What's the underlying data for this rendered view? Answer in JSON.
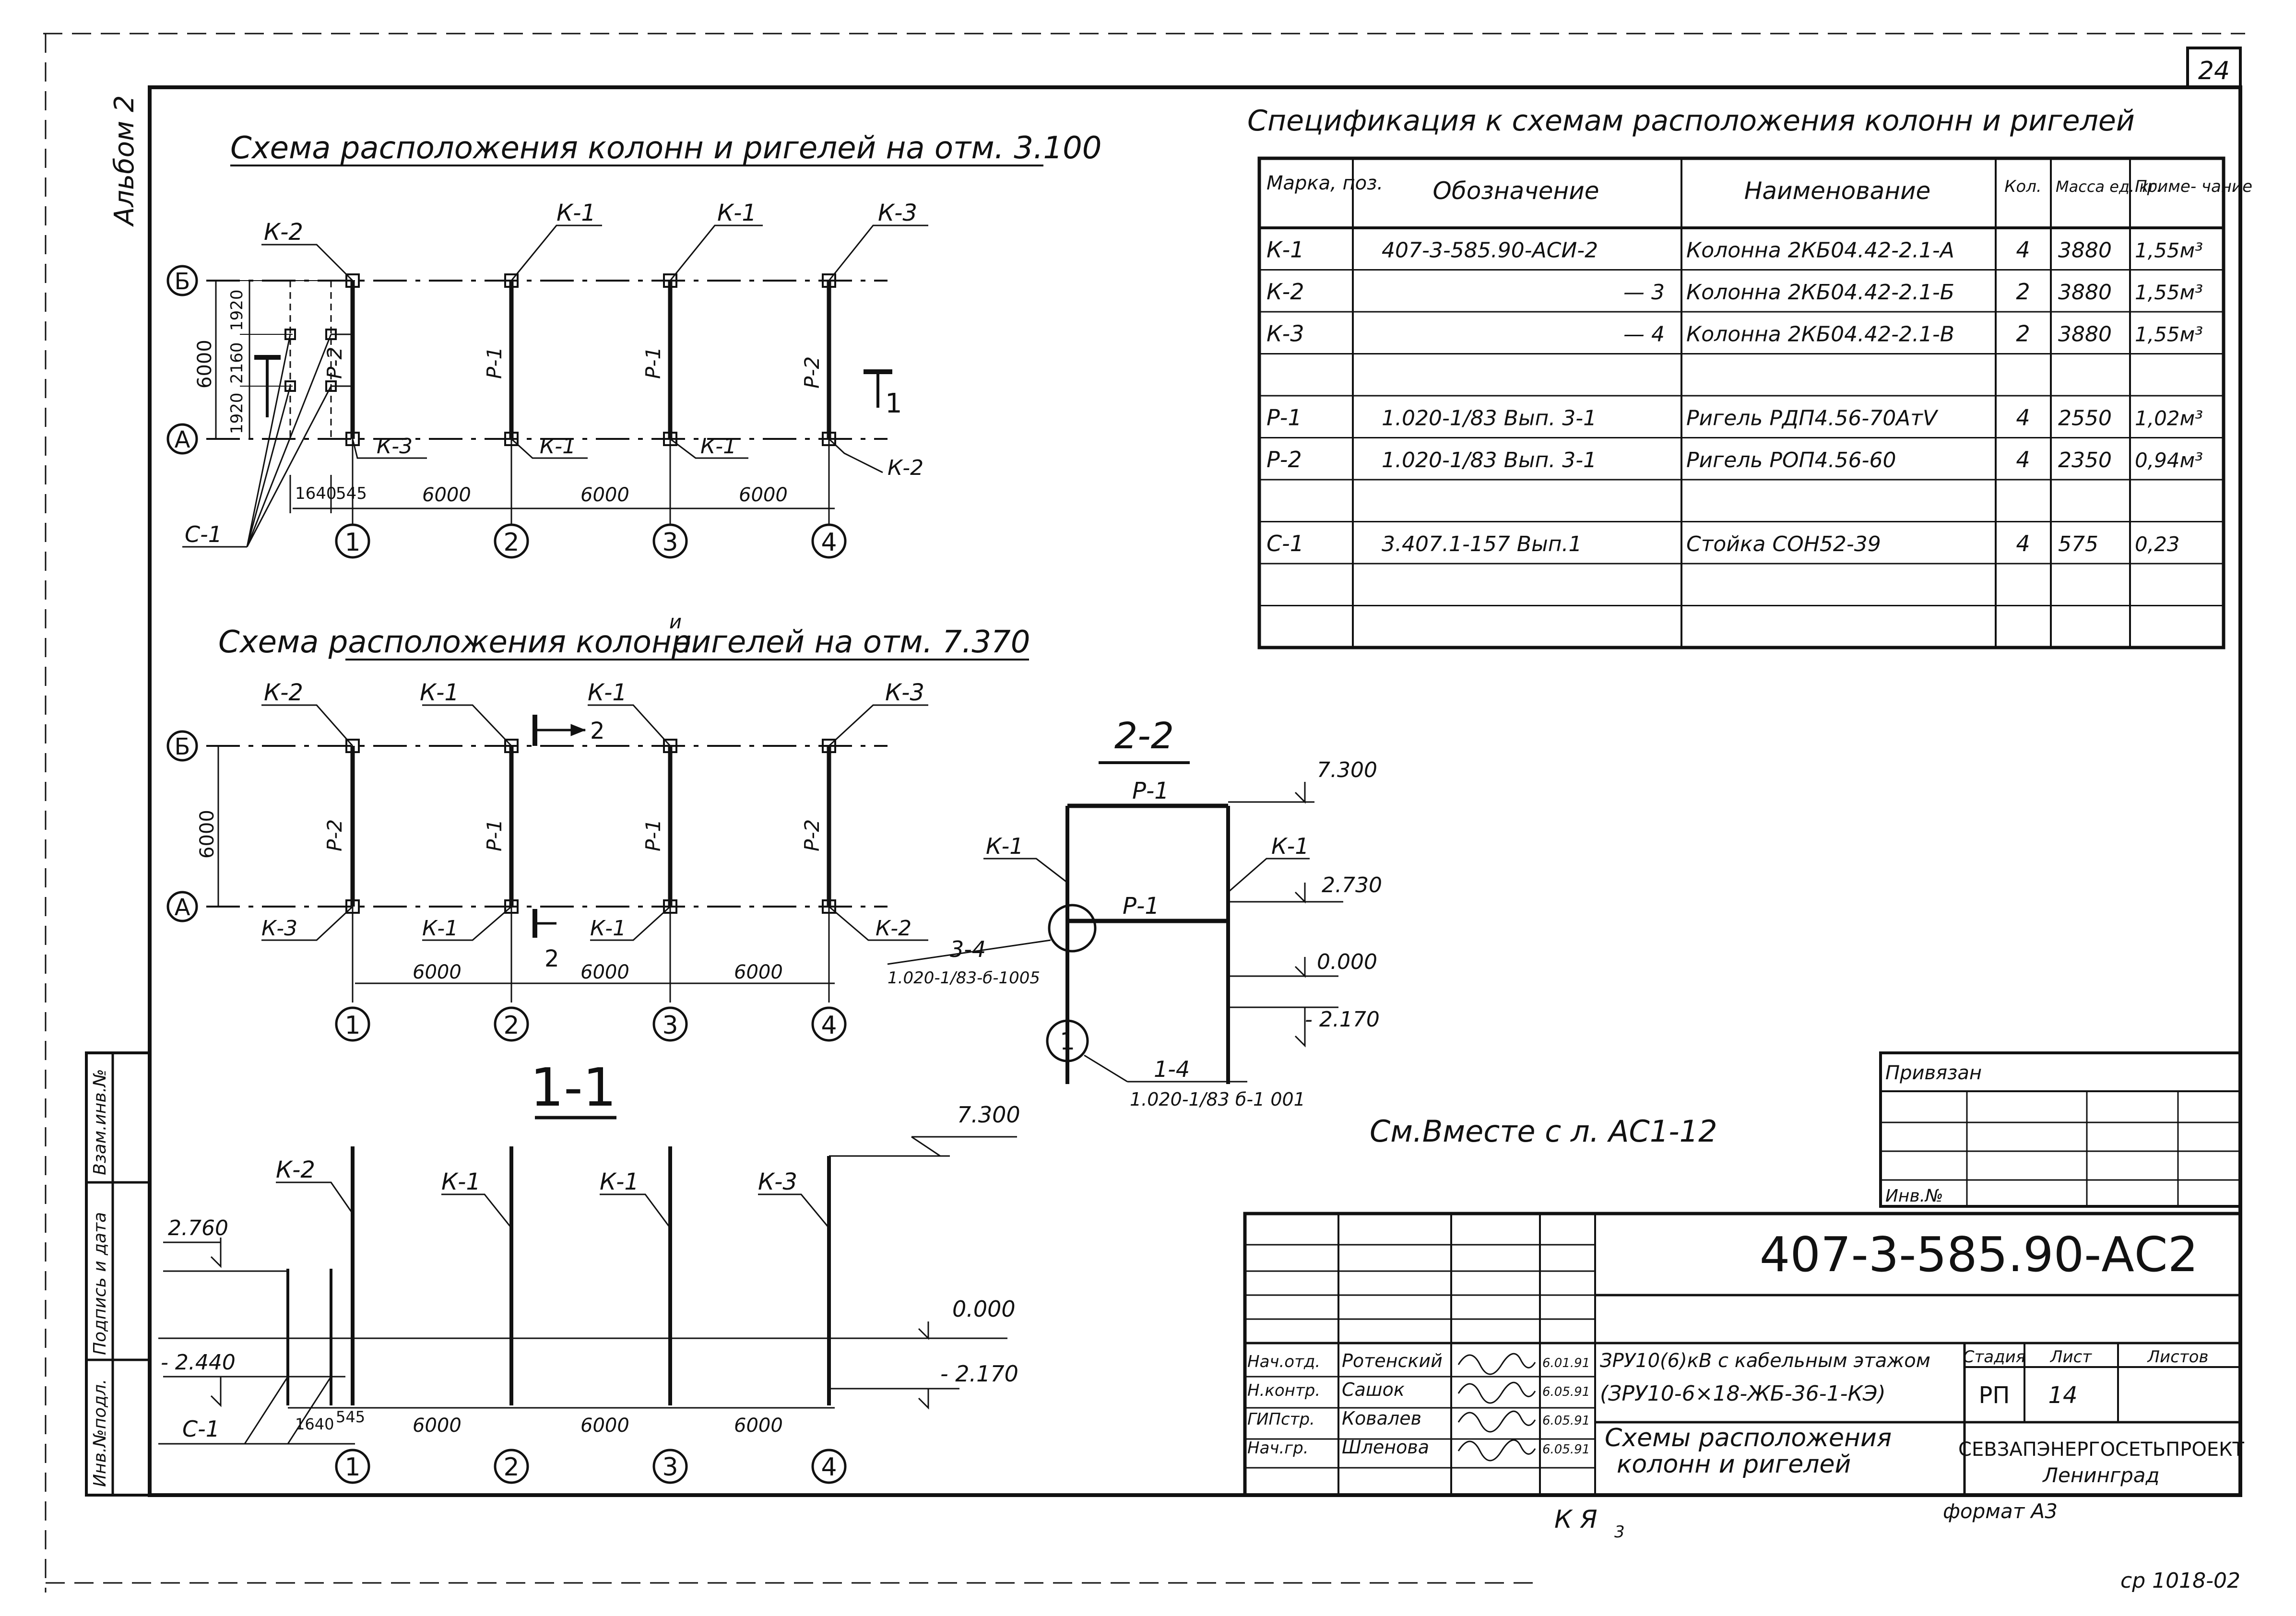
{
  "sheet": {
    "page_number": "24",
    "album_label": "Альбом 2",
    "bottom_marks": "К Я",
    "bottom_marks_sub": "3",
    "copy_code": "ср 1018-02",
    "see_also": "См.Вместе с л. АС1-12"
  },
  "plan1": {
    "title": "Схема расположения колонн и ригелей на отм. 3.100",
    "axis_rows": [
      "Б",
      "А"
    ],
    "axis_cols": [
      "1",
      "2",
      "3",
      "4"
    ],
    "top_labels": [
      "К-2",
      "К-1",
      "К-1",
      "К-3"
    ],
    "bottom_labels": [
      "К-3",
      "К-1",
      "К-1",
      "К-2"
    ],
    "beam_labels": [
      "Р-2",
      "Р-1",
      "Р-1",
      "Р-2"
    ],
    "left_dims": [
      "1920",
      "2160",
      "1920",
      "6000"
    ],
    "bottom_dims": [
      "1640",
      "545",
      "6000",
      "6000",
      "6000"
    ],
    "post_label": "С-1",
    "section_mark": "1"
  },
  "plan2": {
    "title_part1": "Схема расположения колонн",
    "title_insert": "и",
    "title_part2": "ригелей на отм. 7.370",
    "axis_rows": [
      "Б",
      "А"
    ],
    "axis_cols": [
      "1",
      "2",
      "3",
      "4"
    ],
    "top_labels": [
      "К-2",
      "К-1",
      "К-1",
      "К-3"
    ],
    "bottom_labels": [
      "К-3",
      "К-1",
      "К-1",
      "К-2"
    ],
    "beam_labels": [
      "Р-2",
      "Р-1",
      "Р-1",
      "Р-2"
    ],
    "left_dim": "6000",
    "bottom_dims": [
      "6000",
      "6000",
      "6000"
    ],
    "section_mark": "2"
  },
  "section22": {
    "title": "2-2",
    "top_beam": "Р-1",
    "mid_beam": "Р-1",
    "left_col": "К-1",
    "right_col": "К-1",
    "elevations": [
      "7.300",
      "2.730",
      "0.000",
      "- 2.170"
    ],
    "node1_label": "3-4",
    "node1_ref": "1.020-1/83-б-1005",
    "node2_label": "1-4",
    "node2_ref": "1.020-1/83 б-1 001",
    "axis": "1"
  },
  "section11": {
    "title": "1-1",
    "col_labels": [
      "К-2",
      "К-1",
      "К-1",
      "К-3"
    ],
    "elev_right": [
      "7.300",
      "0.000",
      "- 2.170"
    ],
    "elev_left": [
      "2.760",
      "- 2.440"
    ],
    "post_label": "С-1",
    "dims": [
      "1640",
      "545",
      "6000",
      "6000",
      "6000"
    ],
    "axis_cols": [
      "1",
      "2",
      "3",
      "4"
    ]
  },
  "spec": {
    "title": "Спецификация к схемам расположения колонн и ригелей",
    "headers": [
      "Марка, поз.",
      "Обозначение",
      "Наименование",
      "Кол.",
      "Масса ед. кг.",
      "Приме- чание"
    ],
    "rows": [
      [
        "К-1",
        "407-3-585.90-АСИ-2",
        "Колонна 2КБ04.42-2.1-А",
        "4",
        "3880",
        "1,55м³"
      ],
      [
        "К-2",
        "— 3",
        "Колонна 2КБ04.42-2.1-Б",
        "2",
        "3880",
        "1,55м³"
      ],
      [
        "К-3",
        "— 4",
        "Колонна 2КБ04.42-2.1-В",
        "2",
        "3880",
        "1,55м³"
      ],
      [
        "",
        "",
        "",
        "",
        "",
        ""
      ],
      [
        "Р-1",
        "1.020-1/83 Вып. 3-1",
        "Ригель РДП4.56-70АтⅤ",
        "4",
        "2550",
        "1,02м³"
      ],
      [
        "Р-2",
        "1.020-1/83 Вып. 3-1",
        "Ригель РОП4.56-60",
        "4",
        "2350",
        "0,94м³"
      ],
      [
        "",
        "",
        "",
        "",
        "",
        ""
      ],
      [
        "С-1",
        "3.407.1-157 Вып.1",
        "Стойка СОН52-39",
        "4",
        "575",
        "0,23"
      ],
      [
        "",
        "",
        "",
        "",
        "",
        ""
      ],
      [
        "",
        "",
        "",
        "",
        "",
        ""
      ]
    ]
  },
  "stamp": {
    "privyazan": "Привязан",
    "inv_no": "Инв.№",
    "doc_code": "407-3-585.90-АС2",
    "object_line1": "ЗРУ10(6)кВ с кабельным этажом",
    "object_line2": "(ЗРУ10-6×18-ЖБ-36-1-КЭ)",
    "sheet_title_line1": "Схемы расположения",
    "sheet_title_line2": "колонн и ригелей",
    "stage_h": "Стадия",
    "sheet_h": "Лист",
    "sheets_h": "Листов",
    "stage": "РП",
    "sheet_no": "14",
    "org_line1": "СЕВЗАПЭНЕРГОСЕТЬПРОЕКТ",
    "org_line2": "Ленинград",
    "format": "формат А3",
    "signers": [
      {
        "role": "Нач.отд.",
        "name": "Ротенский",
        "date": "6.01.91"
      },
      {
        "role": "Н.контр.",
        "name": "Сашок",
        "date": "6.05.91"
      },
      {
        "role": "ГИПстр.",
        "name": "Ковалев",
        "date": "6.05.91"
      },
      {
        "role": "Нач.гр.",
        "name": "Шленова",
        "date": "6.05.91"
      }
    ]
  },
  "side_stamp": {
    "inv_podl": "Инв.№подл.",
    "podpis": "Подпись и дата",
    "vzam": "Взам.инв.№"
  }
}
